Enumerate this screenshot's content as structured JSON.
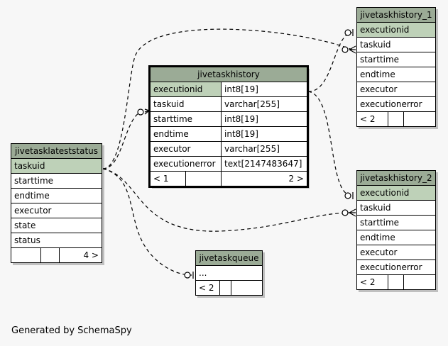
{
  "tables": {
    "jivetaskhistory": {
      "name": "jivetaskhistory",
      "columns": [
        {
          "name": "executionid",
          "type": "int8[19]",
          "pk": true
        },
        {
          "name": "taskuid",
          "type": "varchar[255]"
        },
        {
          "name": "starttime",
          "type": "int8[19]"
        },
        {
          "name": "endtime",
          "type": "int8[19]"
        },
        {
          "name": "executor",
          "type": "varchar[255]"
        },
        {
          "name": "executionerror",
          "type": "text[2147483647]"
        }
      ],
      "parents": "< 1",
      "children": "2 >"
    },
    "jivetasklateststatus": {
      "name": "jivetasklateststatus",
      "columns": [
        {
          "name": "taskuid",
          "pk": true
        },
        {
          "name": "starttime"
        },
        {
          "name": "endtime"
        },
        {
          "name": "executor"
        },
        {
          "name": "state"
        },
        {
          "name": "status"
        }
      ],
      "parents": "",
      "children": "4 >"
    },
    "jivetaskhistory_1": {
      "name": "jivetaskhistory_1",
      "columns": [
        {
          "name": "executionid",
          "pk": true
        },
        {
          "name": "taskuid"
        },
        {
          "name": "starttime"
        },
        {
          "name": "endtime"
        },
        {
          "name": "executor"
        },
        {
          "name": "executionerror"
        }
      ],
      "parents": "< 2",
      "children": ""
    },
    "jivetaskhistory_2": {
      "name": "jivetaskhistory_2",
      "columns": [
        {
          "name": "executionid",
          "pk": true
        },
        {
          "name": "taskuid"
        },
        {
          "name": "starttime"
        },
        {
          "name": "endtime"
        },
        {
          "name": "executor"
        },
        {
          "name": "executionerror"
        }
      ],
      "parents": "< 2",
      "children": ""
    },
    "jivetaskqueue": {
      "name": "jivetaskqueue",
      "columns": [
        {
          "name": "..."
        }
      ],
      "parents": "< 2",
      "children": ""
    }
  },
  "colors": {
    "header": "#9bab96",
    "primary_key": "#bed1b8",
    "background": "#f7f7f7"
  },
  "footer": "Generated by SchemaSpy"
}
